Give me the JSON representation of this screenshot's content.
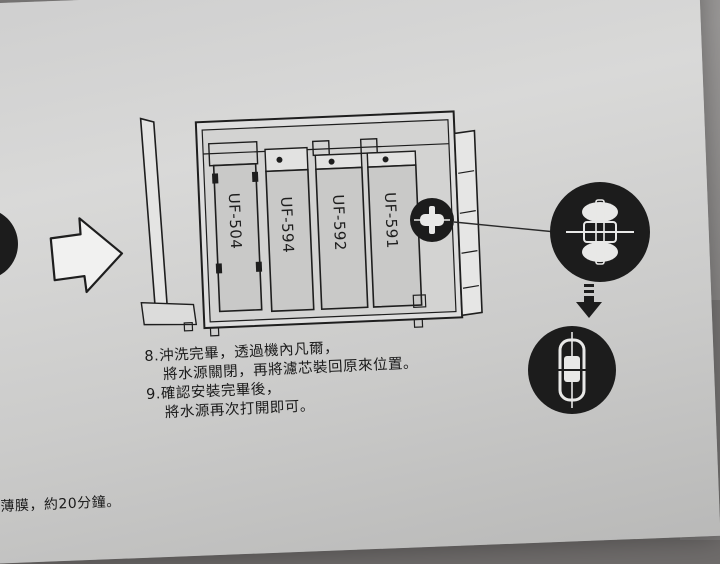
{
  "filters": [
    {
      "id": "f1",
      "label": "UF-504"
    },
    {
      "id": "f2",
      "label": "UF-594"
    },
    {
      "id": "f3",
      "label": "UF-592"
    },
    {
      "id": "f4",
      "label": "UF-591"
    }
  ],
  "instructions": {
    "step8_line1": "8.沖洗完畢，透過機內凡爾，",
    "step8_line2": "將水源關閉，再將濾芯裝回原來位置。",
    "step9_line1": "9.確認安裝完畢後，",
    "step9_line2": "將水源再次打開即可。"
  },
  "footer": {
    "partial_text": "薄膜，約20分鐘。"
  },
  "colors": {
    "paper": "#d6d6d5",
    "filter_fill": "#c9c9c8",
    "ink": "#1e1e1e",
    "badge": "#1c1c1c"
  }
}
